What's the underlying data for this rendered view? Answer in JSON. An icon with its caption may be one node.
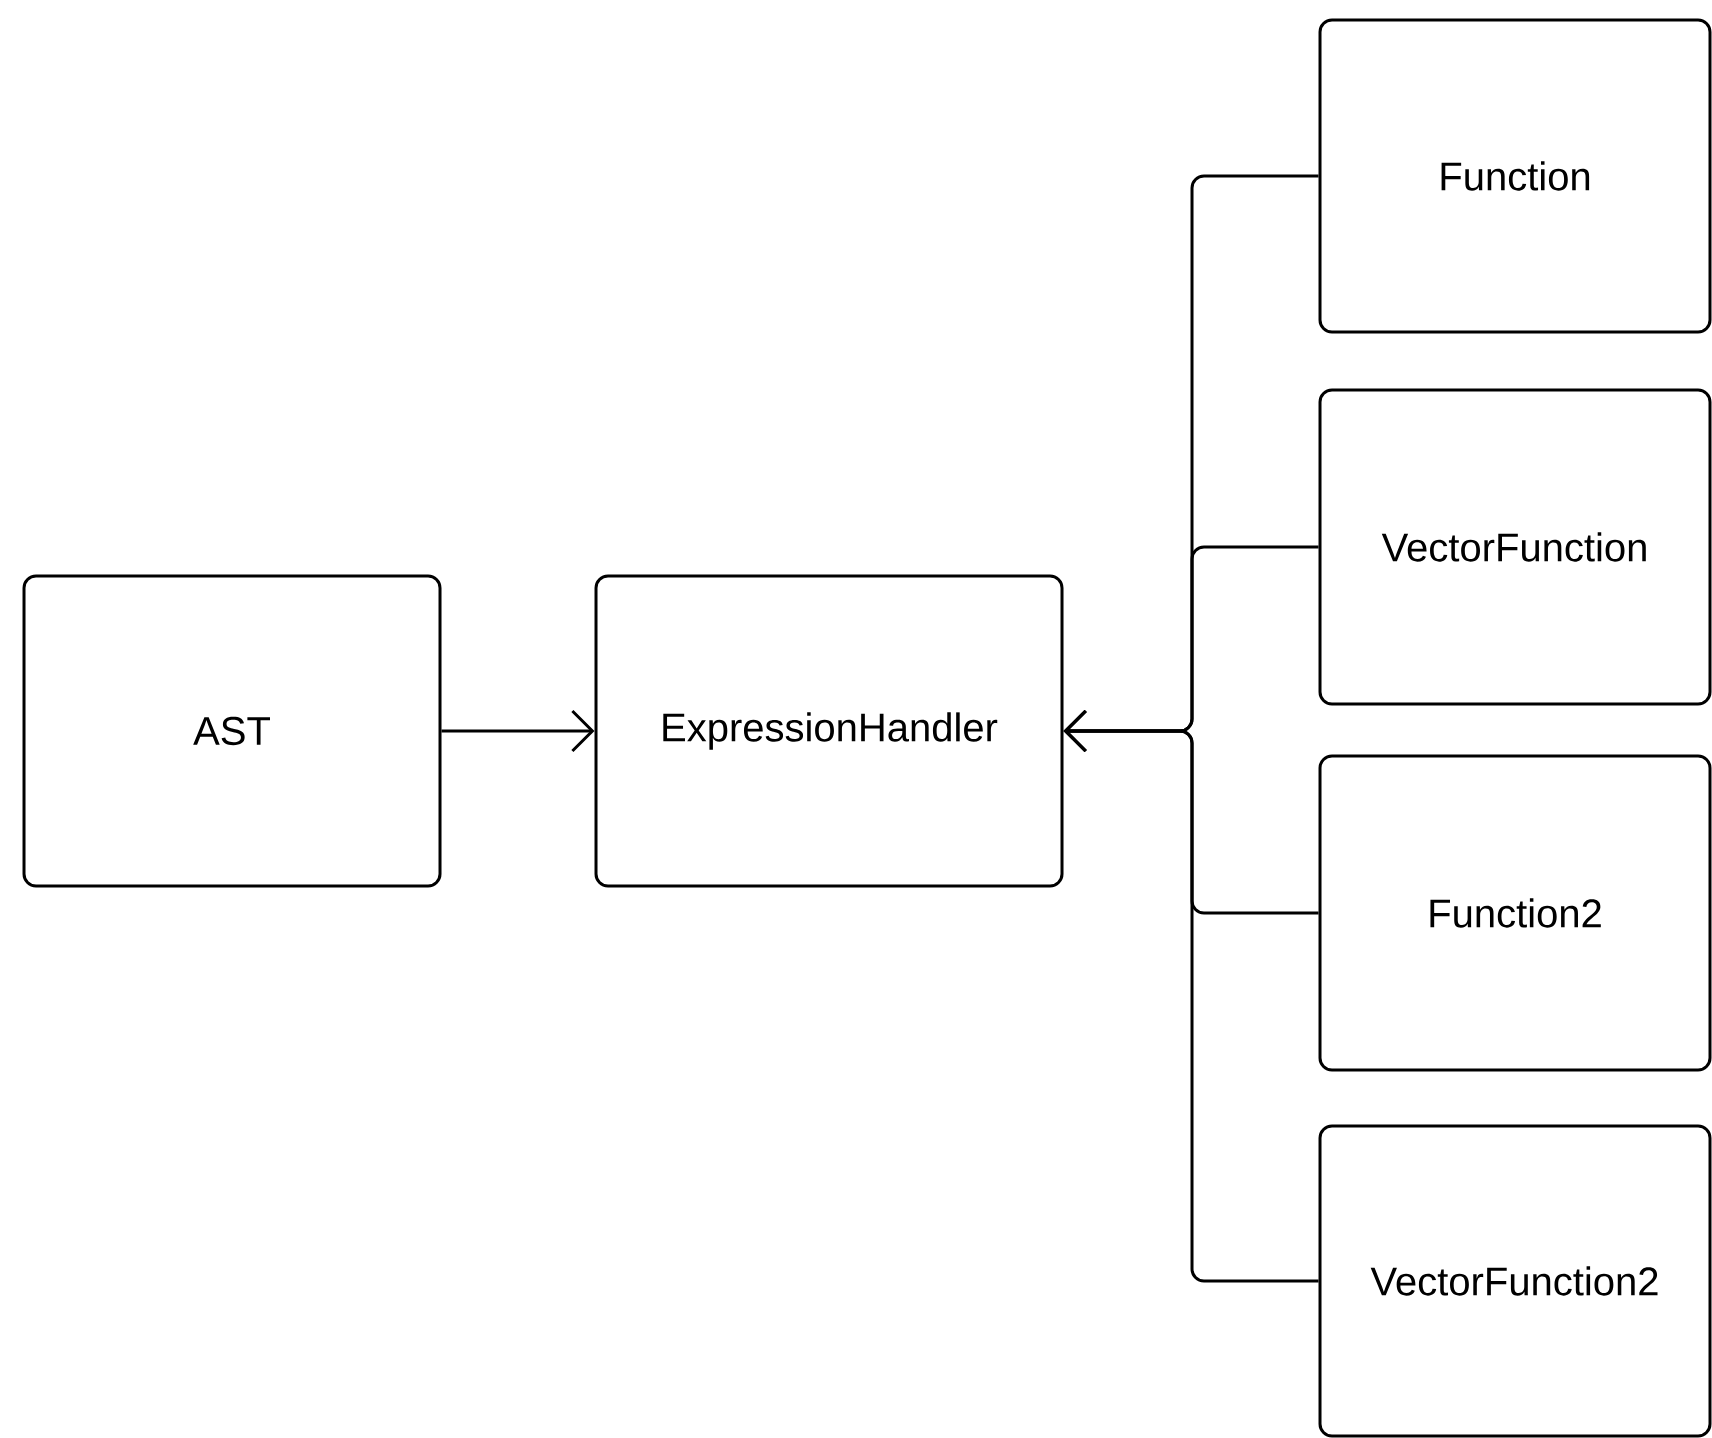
{
  "diagram": {
    "nodes": [
      {
        "text": [
          "AST"
        ]
      },
      {
        "text": [
          "ExpressionHandler"
        ]
      },
      {
        "text": [
          "Function"
        ]
      },
      {
        "text": [
          "VectorFunction"
        ]
      },
      {
        "text": [
          "Function2"
        ]
      },
      {
        "text": [
          "VectorFunction2"
        ]
      }
    ],
    "edges": [
      {
        "from": 0,
        "to": 1,
        "arrow": "to"
      },
      {
        "from": 2,
        "to": 1,
        "arrow": "to"
      },
      {
        "from": 3,
        "to": 1,
        "arrow": "to"
      },
      {
        "from": 4,
        "to": 1,
        "arrow": "to"
      },
      {
        "from": 5,
        "to": 1,
        "arrow": "to"
      }
    ]
  }
}
